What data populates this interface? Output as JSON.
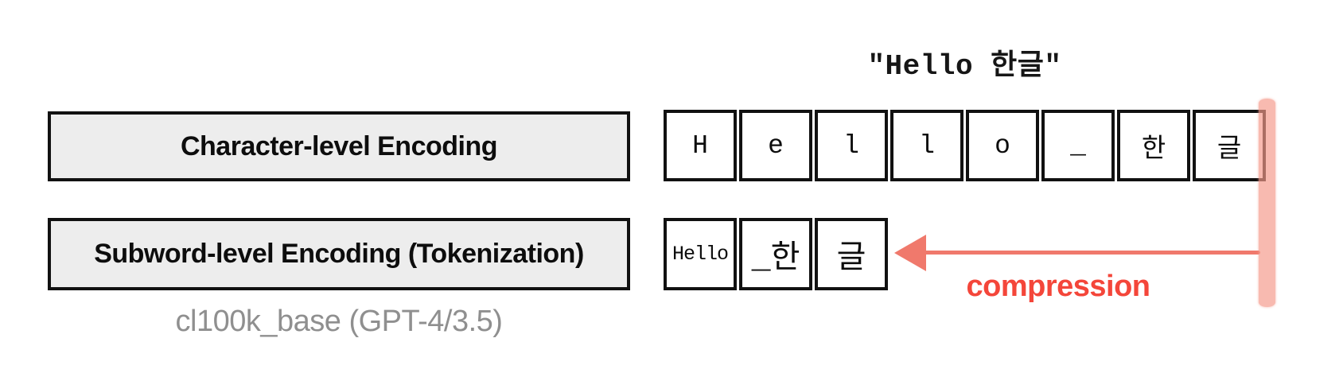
{
  "colors": {
    "box-fill": "#ededed",
    "line-black": "#111111",
    "caption-gray": "#8f8f8f",
    "accent-red": "#f4463a",
    "arrow-salmon": "#f0796c",
    "brush-pink": "#f59a8b"
  },
  "header": {
    "sample_text": "\"Hello 한글\""
  },
  "methods": {
    "character": {
      "label": "Character-level Encoding"
    },
    "subword": {
      "label": "Subword-level Encoding (Tokenization)"
    }
  },
  "tokenizer_caption": "cl100k_base (GPT-4/3.5)",
  "char_tokens": [
    "H",
    "e",
    "l",
    "l",
    "o",
    "_",
    "한",
    "글"
  ],
  "subword_tokens": [
    "Hello",
    "_한",
    "글"
  ],
  "arrow": {
    "label": "compression"
  }
}
